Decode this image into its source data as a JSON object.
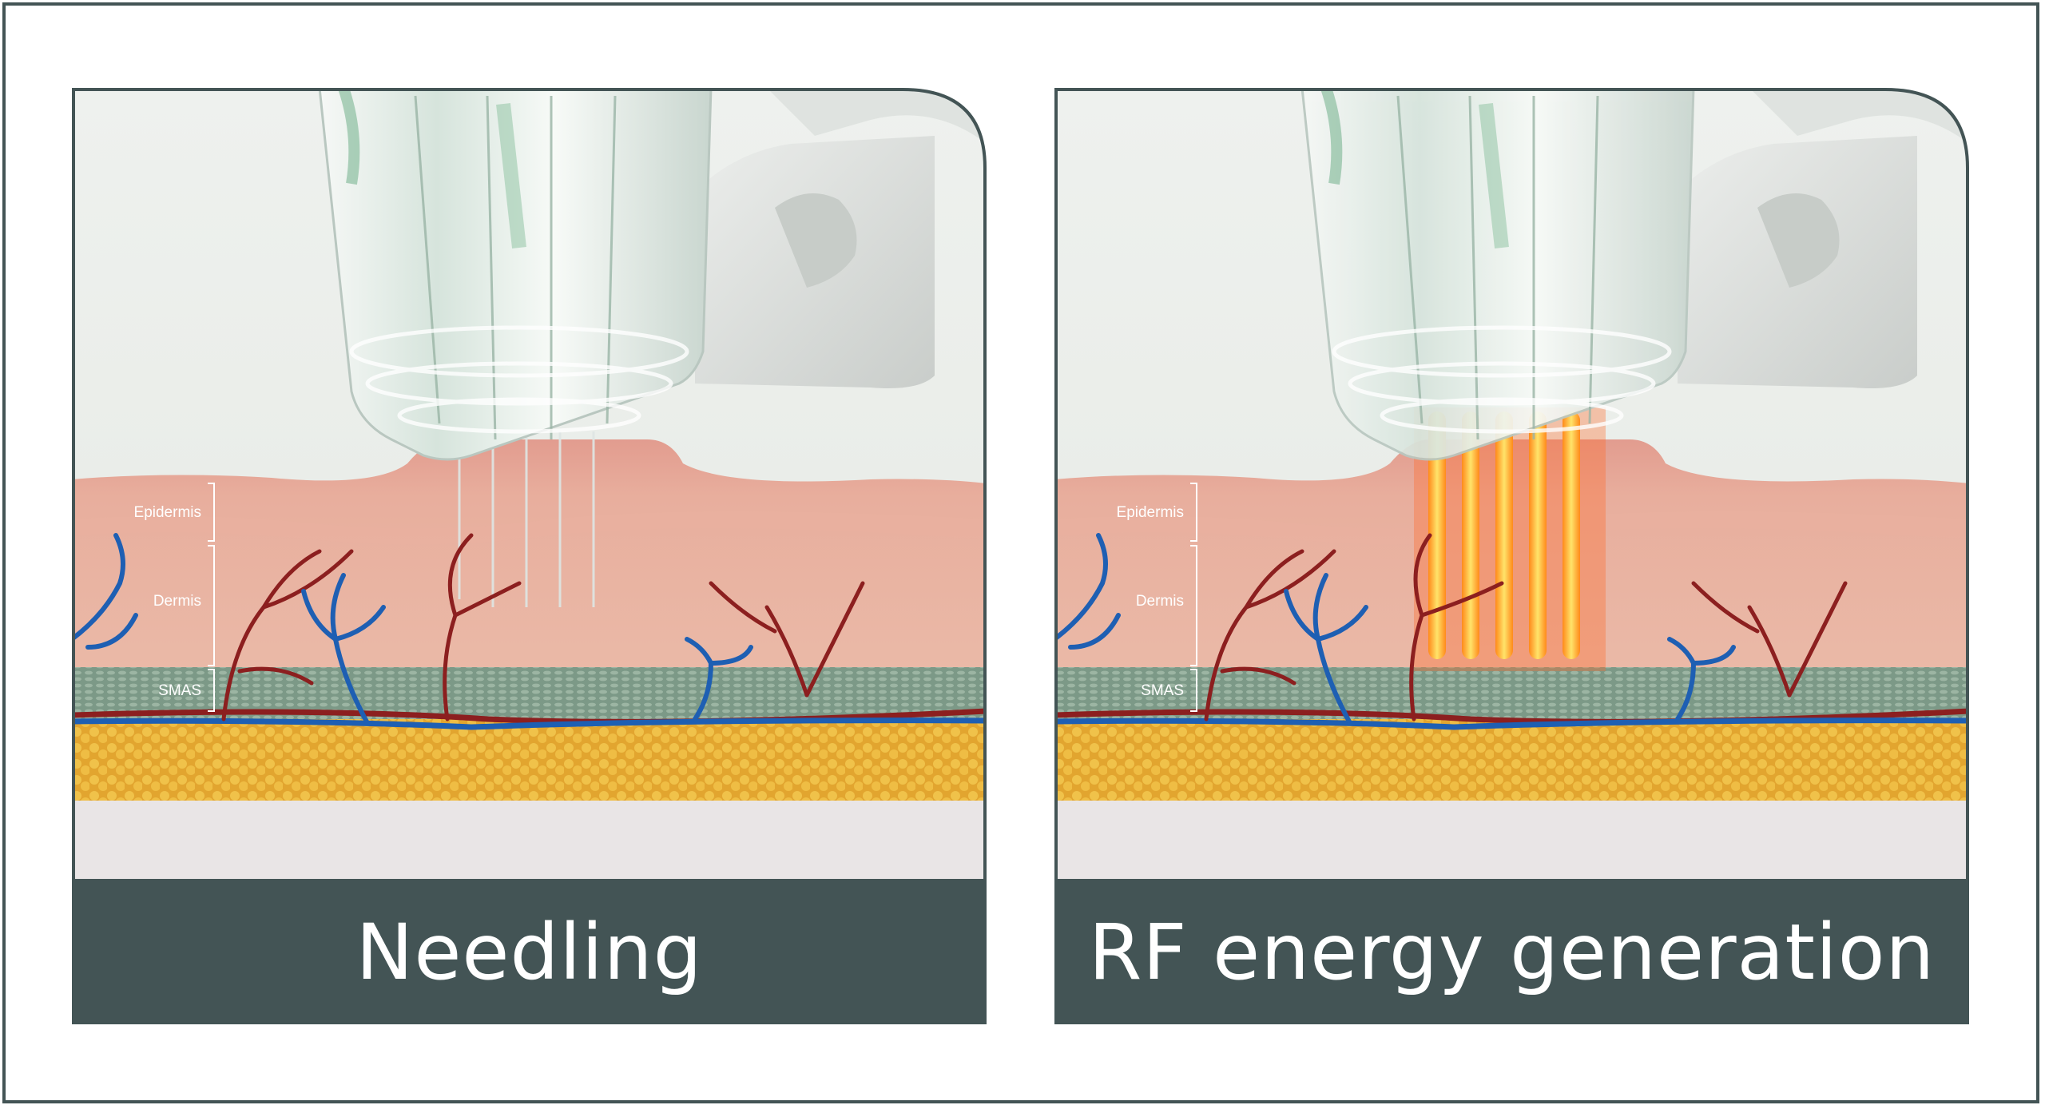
{
  "panels": [
    {
      "caption": "Needling",
      "labels": {
        "epidermis": "Epidermis",
        "dermis": "Dermis",
        "smas": "SMAS"
      }
    },
    {
      "caption": "RF energy generation",
      "labels": {
        "epidermis": "Epidermis",
        "dermis": "Dermis",
        "smas": "SMAS"
      }
    }
  ],
  "colors": {
    "frame": "#435455",
    "caption_bg": "#435455",
    "caption_text": "#ffffff",
    "epidermis": "#e5a294",
    "dermis": "#e9b7a4",
    "smas": "#7f9c8a",
    "fat": "#e8b33a",
    "artery": "#8c1f1f",
    "vein": "#1e5fb3",
    "rf_glow": "#ffb32a"
  }
}
